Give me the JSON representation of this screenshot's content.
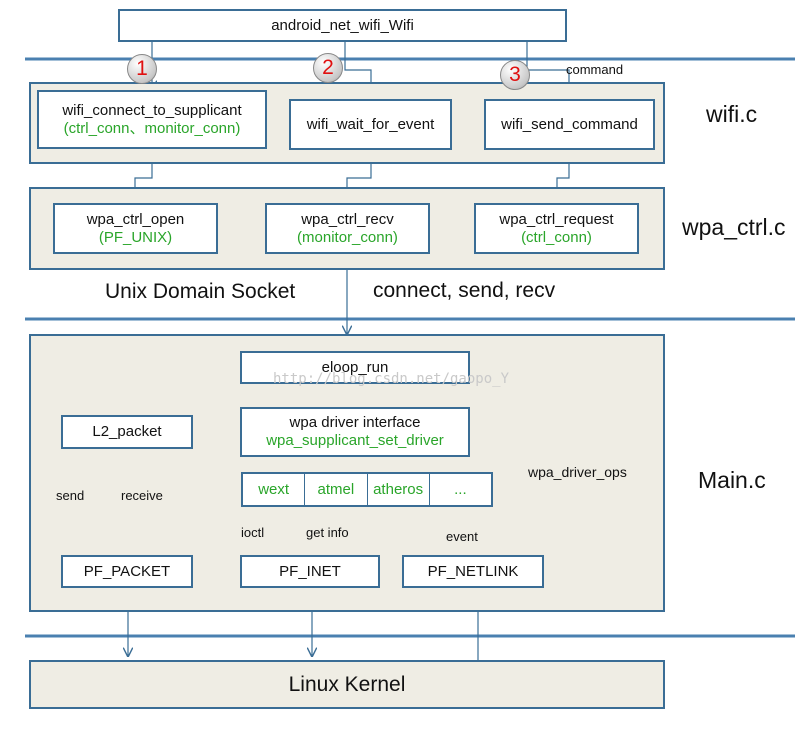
{
  "top_box": "android_net_wifi_Wifi",
  "steps": [
    "1",
    "2",
    "3"
  ],
  "command_label": "command",
  "wifi_layer": {
    "name": "wifi.c",
    "connect": {
      "title": "wifi_connect_to_supplicant",
      "sub": "(ctrl_conn、monitor_conn)"
    },
    "wait": {
      "title": "wifi_wait_for_event"
    },
    "send": {
      "title": "wifi_send_command"
    }
  },
  "wpa_ctrl_layer": {
    "name": "wpa_ctrl.c",
    "open": {
      "title": "wpa_ctrl_open",
      "sub": "(PF_UNIX)"
    },
    "recv": {
      "title": "wpa_ctrl_recv",
      "sub": "(monitor_conn)"
    },
    "request": {
      "title": "wpa_ctrl_request",
      "sub": "(ctrl_conn)"
    }
  },
  "socket_label": "Unix Domain Socket",
  "socket_ops": "connect, send, recv",
  "main_layer": {
    "name": "Main.c",
    "eloop": "eloop_run",
    "driver_interface": {
      "title": "wpa driver interface",
      "sub": "wpa_supplicant_set_driver"
    },
    "driver_ops_label": "wpa_driver_ops",
    "drivers": [
      "wext",
      "atmel",
      "atheros",
      "..."
    ],
    "l2_packet": "L2_packet",
    "send_label": "send",
    "receive_label": "receive",
    "ioctl_label": "ioctl",
    "getinfo_label": "get info",
    "event_label": "event",
    "pf_packet": "PF_PACKET",
    "pf_inet": "PF_INET",
    "pf_netlink": "PF_NETLINK"
  },
  "kernel": "Linux Kernel",
  "watermark": "http://blog.csdn.net/gaopo_Y",
  "colors": {
    "border": "#3a6d95",
    "layer_fill": "#efede4",
    "accent_green": "#2aa52a",
    "step_red": "#e01010",
    "separator": "#4a80b0"
  }
}
